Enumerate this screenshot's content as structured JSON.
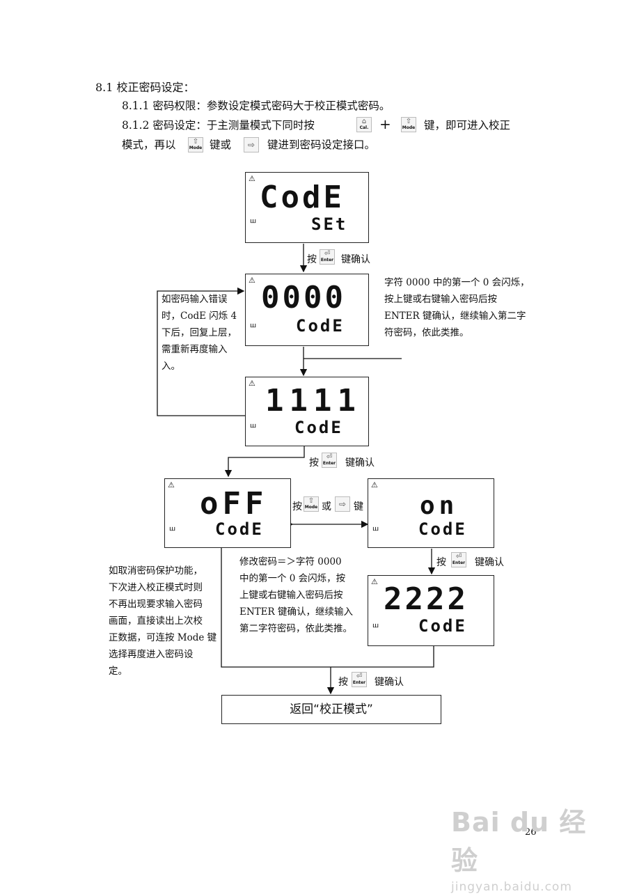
{
  "heading": "8.1 校正密码设定：",
  "para1": "8.1.1 密码权限：参数设定模式密码大于校正模式密码。",
  "para2_a": "8.1.2 密码设定：于主测量模式下同时按",
  "para2_plus": "+",
  "para2_b": "键，即可进入校正",
  "para3_a": "模式，再以",
  "para3_b": "键或",
  "para3_c": "键进到密码设定接口。",
  "keys": {
    "cal": "Cal.",
    "mode": "Mode",
    "enter": "Enter"
  },
  "lcd1": {
    "big": "CodE",
    "small": "SEt"
  },
  "lcd2": {
    "big": "0000",
    "small": "CodE"
  },
  "lcd3": {
    "big": "1111",
    "small": "CodE"
  },
  "lcd4": {
    "big": "oFF",
    "small": "CodE"
  },
  "lcd5": {
    "big": "on",
    "small": "CodE"
  },
  "lcd6": {
    "big": "2222",
    "small": "CodE"
  },
  "labels": {
    "press": "按",
    "confirm": "键确认",
    "or": "或",
    "key": "键"
  },
  "notes": {
    "right_top": [
      "字符 0000 中的第一个 0 会闪烁，",
      "按上键或右键输入密码后按",
      "ENTER 键确认，继续输入第二字",
      "符密码，依此类推。"
    ],
    "left_top": [
      "如密码输入错误",
      "时，CodE 闪烁 4",
      "下后，回复上层，",
      "需重新再度输入",
      "入。"
    ],
    "center": [
      "修改密码＝＞字符 0000",
      "中的第一个 0 会闪烁，按",
      "上键或右键输入密码后按",
      "ENTER 键确认，继续输入",
      "第二字符密码，依此类推。"
    ],
    "left_bottom": [
      "如取消密码保护功能，",
      "下次进入校正模式时则",
      "不再出现要求输入密码",
      "画面，直接读出上次校",
      "正数据，可连按 Mode 键",
      "选择再度进入密码设",
      "定。"
    ]
  },
  "return_box": "返回“校正模式”",
  "page_number": "26",
  "watermark": {
    "brand": "Bai du 经验",
    "url": "jingyan.baidu.com"
  }
}
